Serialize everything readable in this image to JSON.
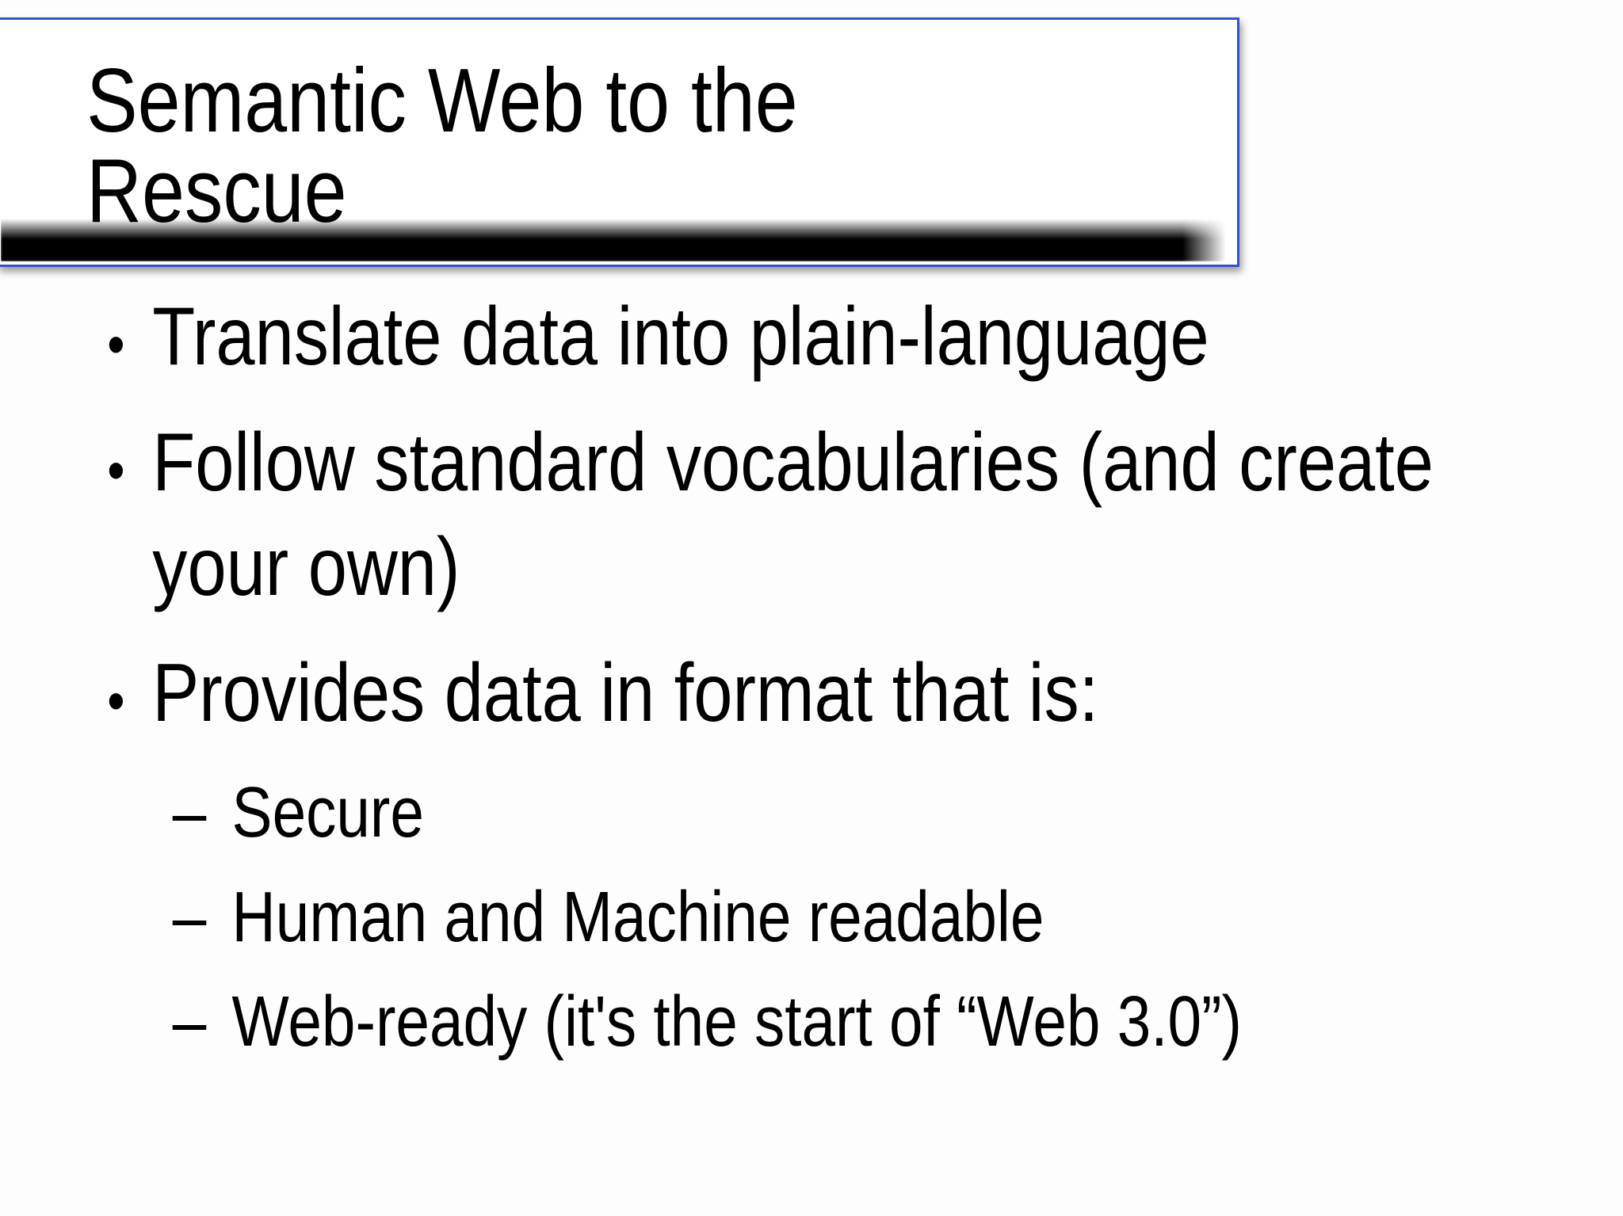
{
  "slide": {
    "title": "Semantic Web to the Rescue",
    "markers": {
      "level1": "•",
      "level2": "–"
    },
    "bullets": [
      {
        "text": "Translate data into plain-language"
      },
      {
        "text": "Follow standard vocabularies (and create your own)"
      },
      {
        "text": "Provides data in format that is:",
        "children": [
          "Secure",
          "Human and Machine readable",
          "Web-ready (it's the start of “Web 3.0”)"
        ]
      }
    ],
    "colors": {
      "accent_blue": "#3352c3",
      "bar_black": "#000000",
      "background": "#fdfdfd",
      "text": "#000000"
    }
  }
}
